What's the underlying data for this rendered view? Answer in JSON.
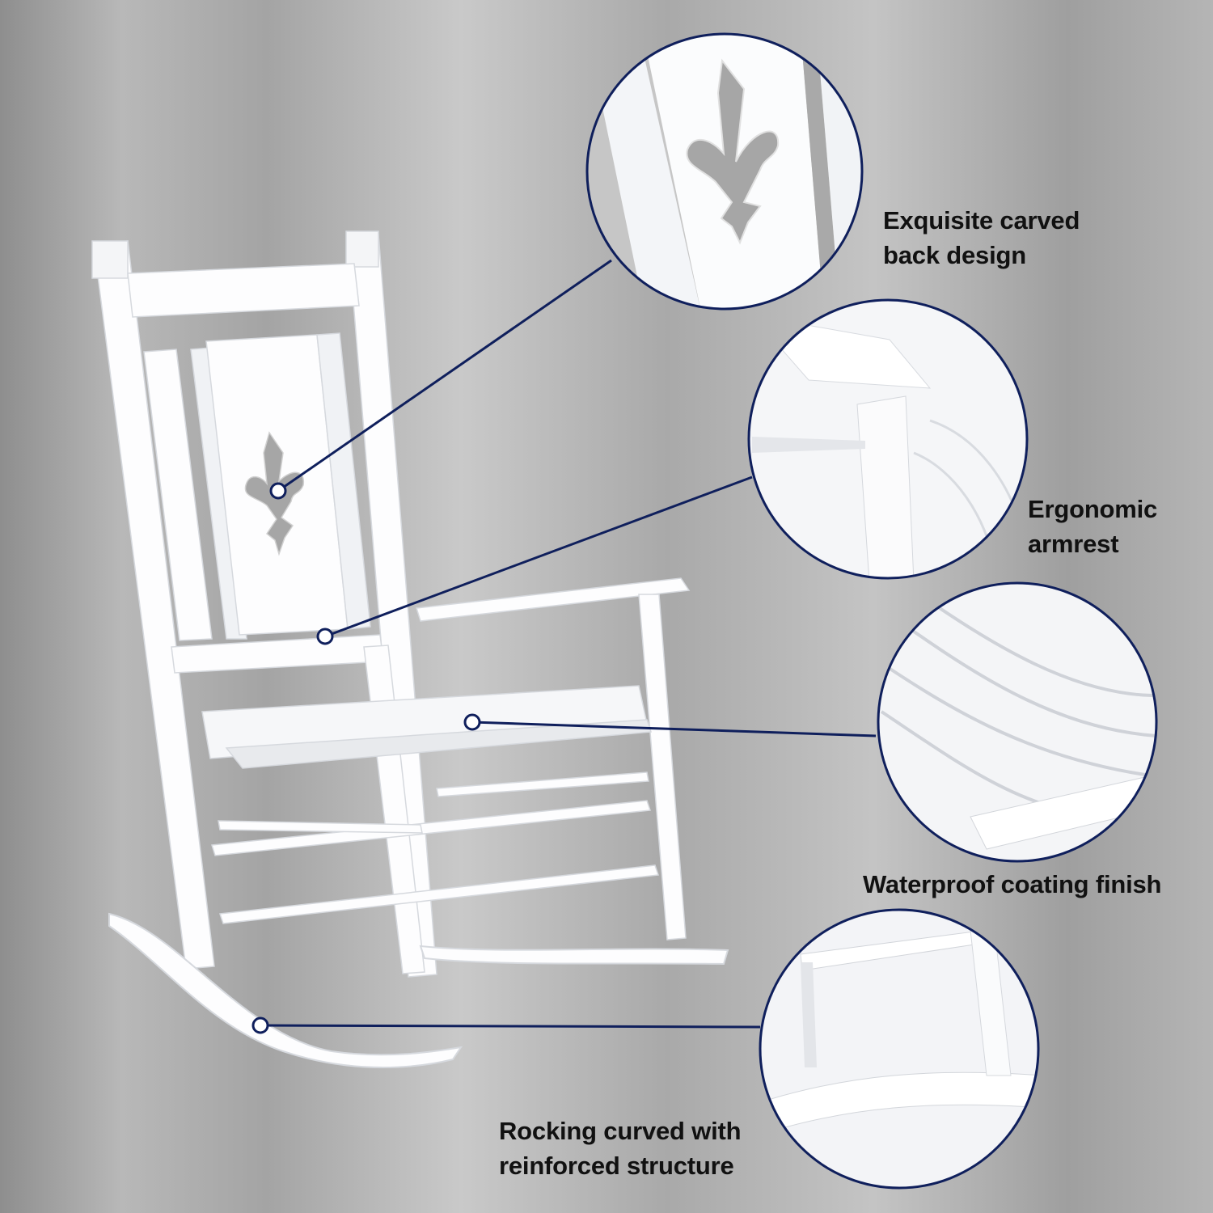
{
  "features": [
    {
      "id": "carved-back",
      "lines": [
        "Exquisite carved",
        "back design"
      ]
    },
    {
      "id": "armrest",
      "lines": [
        "Ergonomic",
        "armrest"
      ]
    },
    {
      "id": "coating",
      "lines": [
        "Waterproof coating finish"
      ]
    },
    {
      "id": "rocker",
      "lines": [
        "Rocking curved with",
        "reinforced structure"
      ]
    }
  ],
  "colors": {
    "callout_line": "#0f1f5c",
    "chair": "#ffffff",
    "background": "#b0b0b0"
  }
}
